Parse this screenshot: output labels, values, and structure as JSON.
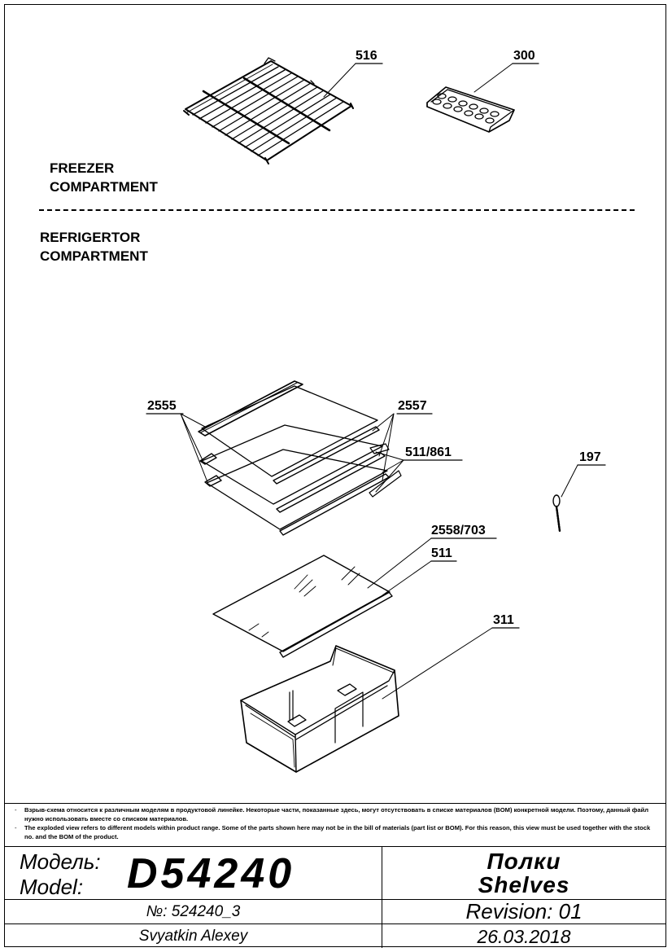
{
  "sections": {
    "freezer": [
      "FREEZER",
      "COMPARTMENT"
    ],
    "refrigerator": [
      "REFRIGERTOR",
      "COMPARTMENT"
    ]
  },
  "parts": {
    "p516": "516",
    "p300": "300",
    "p2555": "2555",
    "p2557": "2557",
    "p511_861": "511/861",
    "p197": "197",
    "p2558_703": "2558/703",
    "p511": "511",
    "p311": "311"
  },
  "notes": [
    {
      "bullet": "-",
      "text": "Взрыв-схема относится к различным моделям в продуктовой линейке.  Некоторые части, показанные здесь, могут отсутствовать в списке материалов (BOM) конкретной модели. Поэтому, данный файл нужно использовать вместе со списком материалов."
    },
    {
      "bullet": "-",
      "text": "The exploded view refers to different models within product range. Some of the parts shown here may not be in the bill of materials (part list or BOM). For this reason, this view must be used together with the stock no. and the BOM of the product."
    }
  ],
  "titleblock": {
    "model_label_ru": "Модель:",
    "model_label_en": "Model:",
    "model_number": "D54240",
    "title_ru": "Полки",
    "title_en": "Shelves",
    "doc_number": "№: 524240_3",
    "revision": "Revision: 01",
    "author": "Svyatkin Alexey",
    "date": "26.03.2018"
  }
}
